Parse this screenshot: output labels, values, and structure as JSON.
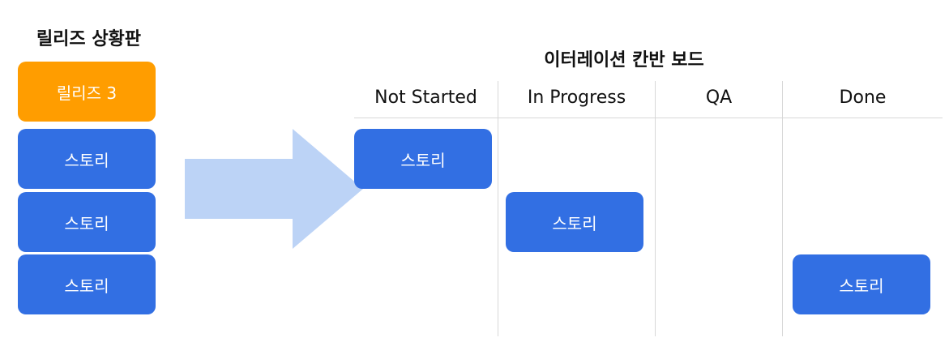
{
  "release_board": {
    "title": "릴리즈 상황판",
    "release_label": "릴리즈 3",
    "stories": [
      "스토리",
      "스토리",
      "스토리"
    ]
  },
  "kanban": {
    "title": "이터레이션 칸반 보드",
    "columns": [
      "Not Started",
      "In Progress",
      "QA",
      "Done"
    ],
    "cards": [
      {
        "column": "Not Started",
        "label": "스토리"
      },
      {
        "column": "In Progress",
        "label": "스토리"
      },
      {
        "column": "Done",
        "label": "스토리"
      }
    ]
  },
  "colors": {
    "release": "#ff9d00",
    "story": "#326fe3",
    "arrow": "#bcd3f6",
    "gridline": "#d7d7d7"
  },
  "icons": {
    "flow": "right-arrow-icon"
  }
}
